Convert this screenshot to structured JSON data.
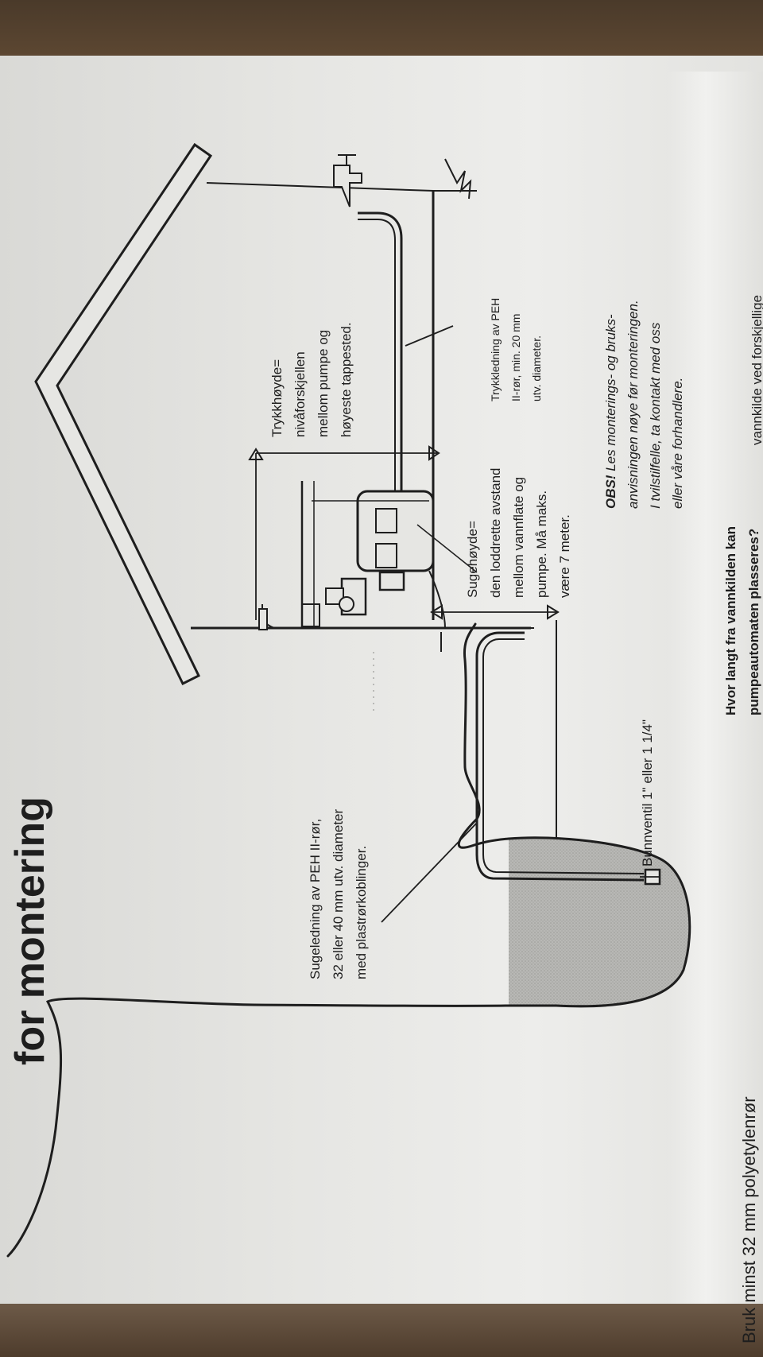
{
  "heading": "for montering",
  "suction": {
    "lines": [
      "Sugeledning av PEH II-rør,",
      "32 eller 40 mm utv. diameter",
      "med plastrørkoblinger."
    ]
  },
  "foot_valve": "Bunnventil 1\" eller 1 1/4\"",
  "suction_height": {
    "lines": [
      "Sugehøyde=",
      "den loddrette avstand",
      "mellom vannflate og",
      "pumpe. Må maks.",
      "være 7 meter."
    ]
  },
  "pressure_height": {
    "lines": [
      "Trykkhøyde=",
      "nivåforskjellen",
      "mellom pumpe og",
      "høyeste tappested."
    ]
  },
  "pressure_line": {
    "lines": [
      "Trykkledning av PEH",
      "II-rør, min. 20 mm",
      "utv. diameter."
    ]
  },
  "obs": {
    "lead": "OBS!",
    "lines": [
      " Les monterings- og bruks-",
      "anvisningen nøye før monteringen.",
      "I tvilstilfelle, ta kontakt med oss",
      "eller våre forhandlere."
    ]
  },
  "question": {
    "lines": [
      "Hvor langt fra vannkilden kan",
      "pumpeautomaten plasseres?"
    ]
  },
  "partial": {
    "bottom_left": "Bruk minst 32 mm polyetylenrør",
    "bottom_right": "vannkilde ved forskjellige"
  },
  "colors": {
    "paper": "#e6e6e3",
    "ink": "#1e1e1e",
    "water_fill": "#b5b5b2",
    "background": "#4a3a2a"
  }
}
